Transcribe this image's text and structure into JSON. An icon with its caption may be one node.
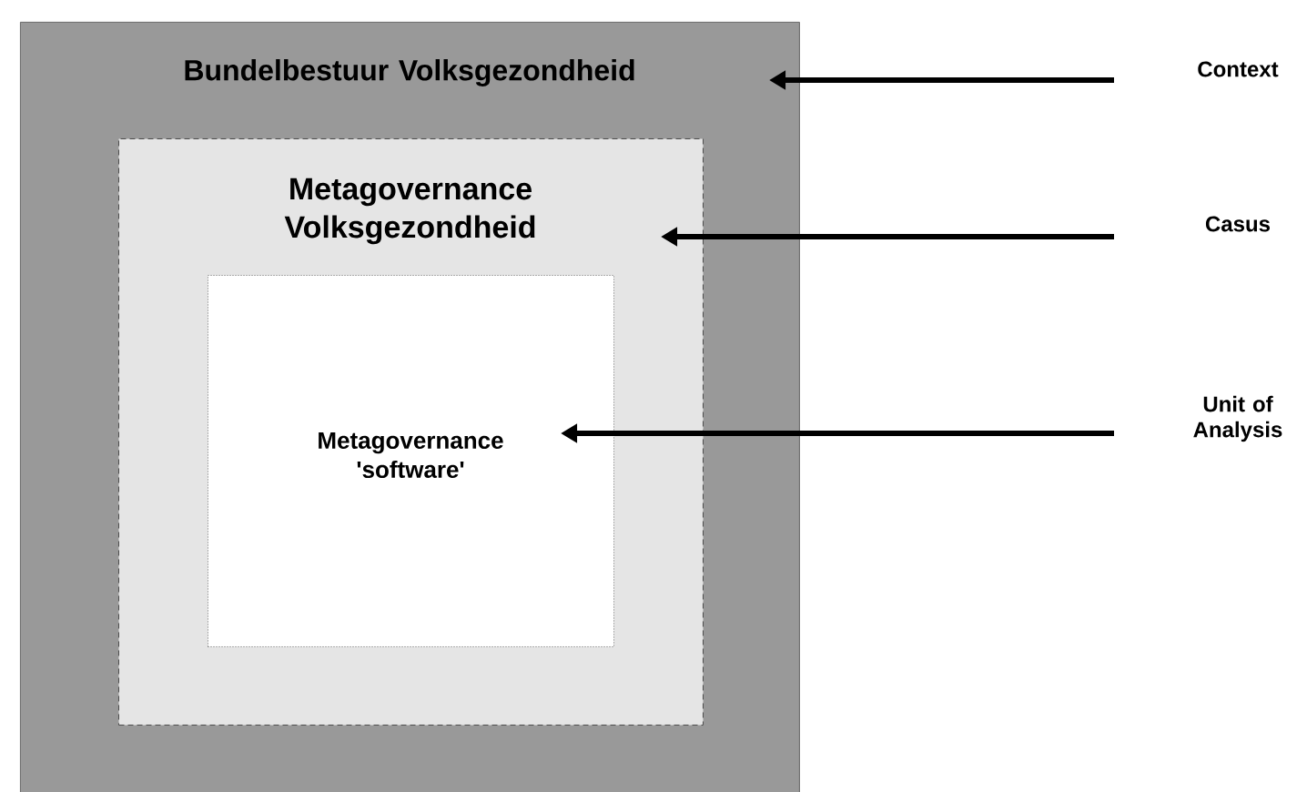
{
  "diagram": {
    "nodes": [
      {
        "text": [
          "Bundelbestuur Volksgezondheid"
        ]
      },
      {
        "text": [
          "Metagovernance Volksgezondheid"
        ],
        "in": 0
      },
      {
        "text": [
          "Metagovernance 'software'"
        ],
        "in": 1
      },
      {
        "text": [
          "Context"
        ]
      },
      {
        "text": [
          "Casus"
        ]
      },
      {
        "text": [
          "Unit of Analysis"
        ]
      }
    ],
    "edges": [
      {
        "from": 3,
        "to": 0,
        "arrow": "to"
      },
      {
        "from": 4,
        "to": 1,
        "arrow": "to"
      },
      {
        "from": 5,
        "to": 2,
        "arrow": "to"
      }
    ]
  }
}
